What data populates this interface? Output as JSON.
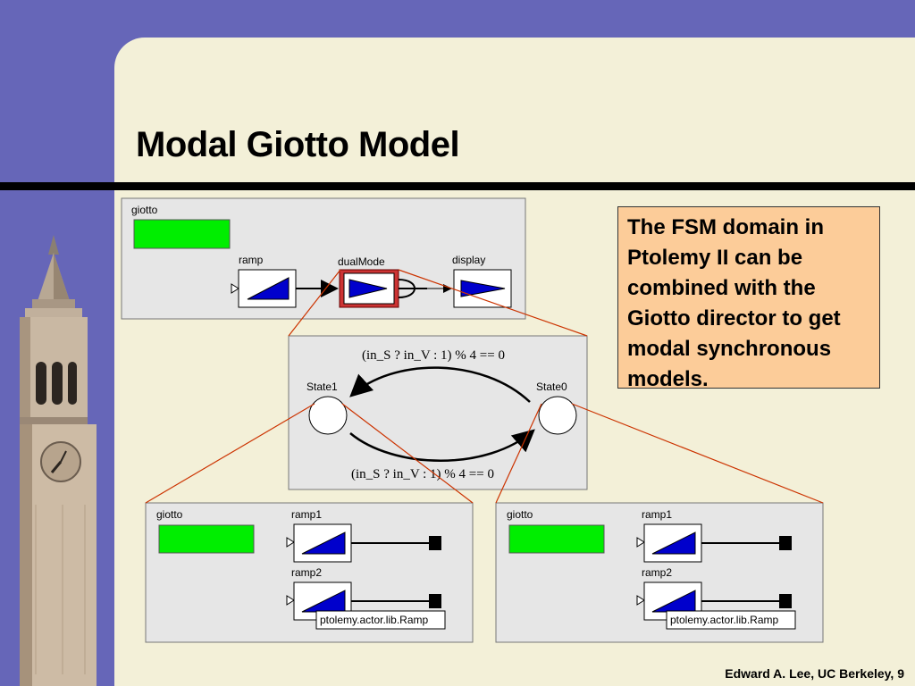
{
  "slide": {
    "title": "Modal Giotto Model",
    "callout": "The FSM domain in Ptolemy II can be combined with the Giotto director to get modal synchronous models.",
    "footer": "Edward A. Lee, UC Berkeley, 9"
  },
  "top_model": {
    "director": "giotto",
    "actors": [
      "ramp",
      "dualMode",
      "display"
    ]
  },
  "fsm": {
    "states": [
      "State1",
      "State0"
    ],
    "transition_top": "(in_S ? in_V : 1) % 4 == 0",
    "transition_bottom": "(in_S ? in_V : 1) % 4 == 0"
  },
  "mode_left": {
    "director": "giotto",
    "actors": [
      "ramp1",
      "ramp2"
    ],
    "tooltip": "ptolemy.actor.lib.Ramp"
  },
  "mode_right": {
    "director": "giotto",
    "actors": [
      "ramp1",
      "ramp2"
    ],
    "tooltip": "ptolemy.actor.lib.Ramp"
  },
  "colors": {
    "background": "#6666b8",
    "panel": "#f3f0d8",
    "callout": "#fccc99",
    "director_green": "#00ee00",
    "actor_blue": "#0000cc",
    "connector_red": "#cc3300"
  }
}
